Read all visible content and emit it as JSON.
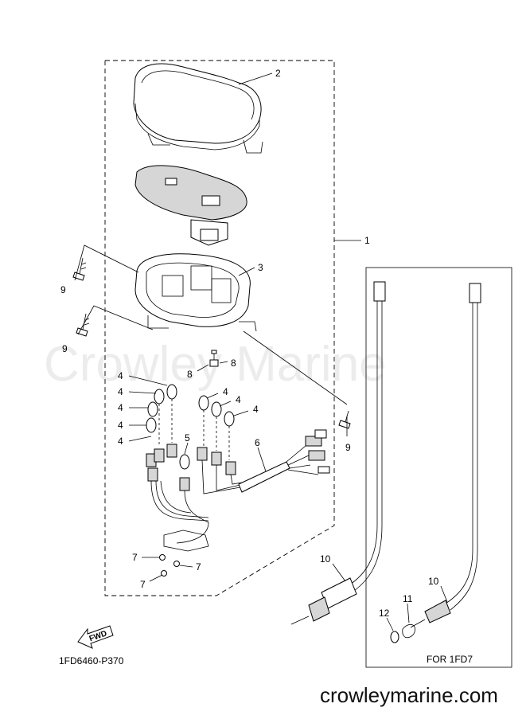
{
  "watermark": "Crowley Marine",
  "footer_url": "crowleymarine.com",
  "diagram_code": "1FD6460-P370",
  "variant_box_caption": "FOR 1FD7",
  "fwd_label": "FWD",
  "callouts": {
    "c1": "1",
    "c2": "2",
    "c3": "3",
    "c4a": "4",
    "c4b": "4",
    "c4c": "4",
    "c4d": "4",
    "c4e": "4",
    "c4f": "4",
    "c4g": "4",
    "c5": "5",
    "c6": "6",
    "c7a": "7",
    "c7b": "7",
    "c7c": "7",
    "c8a": "8",
    "c8b": "8",
    "c9a": "9",
    "c9b": "9",
    "c9c": "9",
    "c10a": "10",
    "c10b": "10",
    "c11": "11",
    "c12": "12"
  }
}
